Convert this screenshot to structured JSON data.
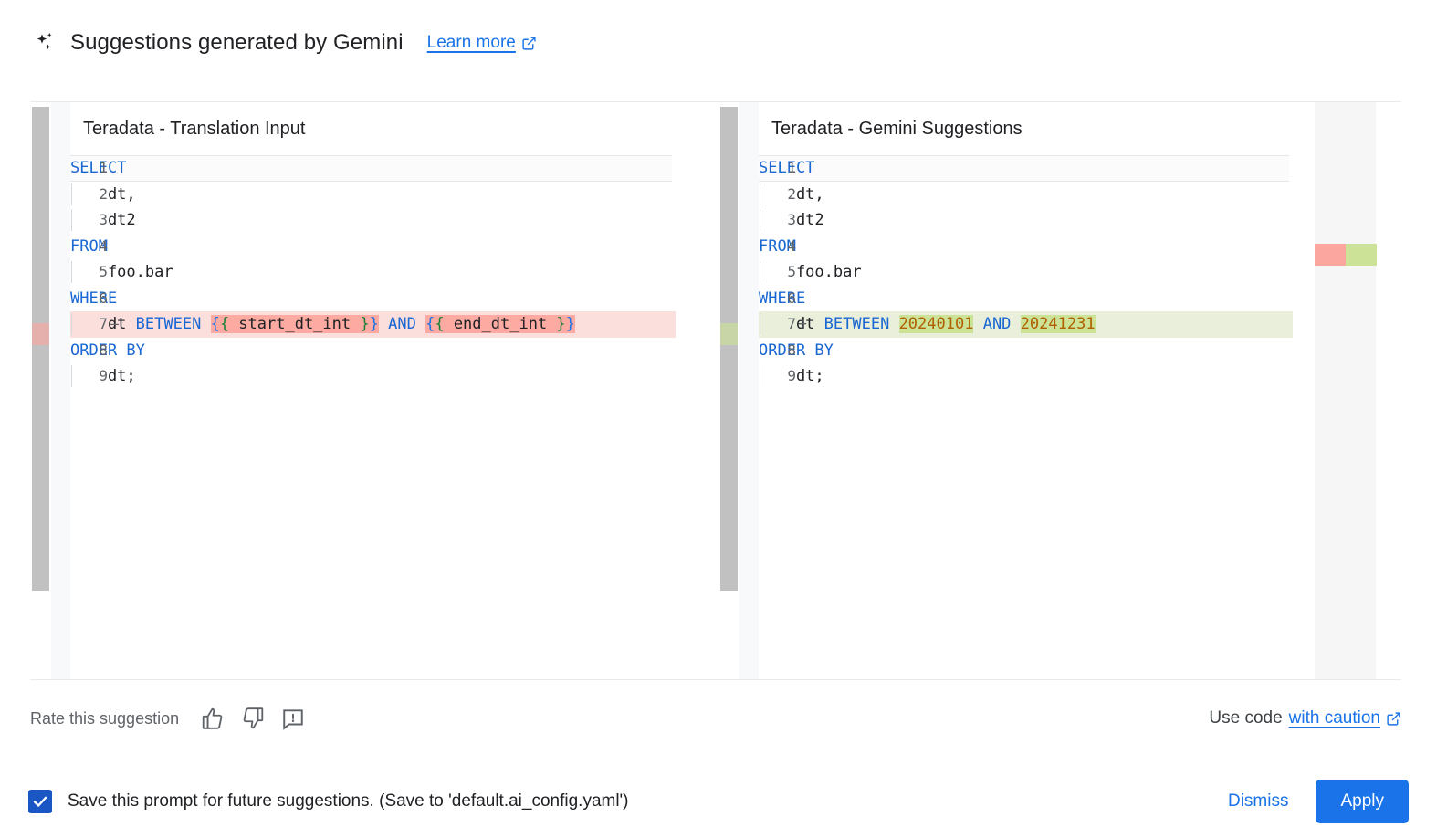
{
  "header": {
    "icon": "sparkle-icon",
    "title": "Suggestions generated by Gemini",
    "learn_more_label": "Learn more",
    "learn_more_icon": "external-link-icon"
  },
  "diff": {
    "left_pane": {
      "title": "Teradata - Translation Input",
      "lines": [
        {
          "num": "1",
          "sign": "",
          "diff": "none",
          "tokens": [
            {
              "t": "SELECT",
              "c": "kw"
            }
          ]
        },
        {
          "num": "2",
          "sign": "",
          "diff": "none",
          "tokens": [
            {
              "t": "    dt,",
              "c": "pl"
            }
          ]
        },
        {
          "num": "3",
          "sign": "",
          "diff": "none",
          "tokens": [
            {
              "t": "    dt2",
              "c": "pl"
            }
          ]
        },
        {
          "num": "4",
          "sign": "",
          "diff": "none",
          "tokens": [
            {
              "t": "FROM",
              "c": "kw"
            }
          ]
        },
        {
          "num": "5",
          "sign": "",
          "diff": "none",
          "tokens": [
            {
              "t": "    foo.bar",
              "c": "pl"
            }
          ]
        },
        {
          "num": "6",
          "sign": "",
          "diff": "none",
          "tokens": [
            {
              "t": "WHERE",
              "c": "kw"
            }
          ]
        },
        {
          "num": "7",
          "sign": "—",
          "diff": "del",
          "tokens": [
            {
              "t": "    dt ",
              "c": "pl"
            },
            {
              "t": "BETWEEN",
              "c": "kw"
            },
            {
              "t": " ",
              "c": "pl"
            },
            {
              "t": "{",
              "c": "br1",
              "w": "del"
            },
            {
              "t": "{",
              "c": "br2",
              "w": "del"
            },
            {
              "t": " start_dt_int ",
              "c": "pl",
              "w": "del"
            },
            {
              "t": "}",
              "c": "br2",
              "w": "del"
            },
            {
              "t": "}",
              "c": "br1",
              "w": "del"
            },
            {
              "t": " ",
              "c": "pl"
            },
            {
              "t": "AND",
              "c": "kw"
            },
            {
              "t": " ",
              "c": "pl"
            },
            {
              "t": "{",
              "c": "br1",
              "w": "del"
            },
            {
              "t": "{",
              "c": "br2",
              "w": "del"
            },
            {
              "t": " end_dt_int ",
              "c": "pl",
              "w": "del"
            },
            {
              "t": "}",
              "c": "br2",
              "w": "del"
            },
            {
              "t": "}",
              "c": "br1",
              "w": "del"
            }
          ]
        },
        {
          "num": "8",
          "sign": "",
          "diff": "none",
          "tokens": [
            {
              "t": "ORDER BY",
              "c": "kw"
            }
          ]
        },
        {
          "num": "9",
          "sign": "",
          "diff": "none",
          "tokens": [
            {
              "t": "    dt;",
              "c": "pl"
            }
          ]
        }
      ]
    },
    "right_pane": {
      "title": "Teradata - Gemini Suggestions",
      "lines": [
        {
          "num": "1",
          "sign": "",
          "diff": "none",
          "tokens": [
            {
              "t": "SELECT",
              "c": "kw"
            }
          ]
        },
        {
          "num": "2",
          "sign": "",
          "diff": "none",
          "tokens": [
            {
              "t": "    dt,",
              "c": "pl"
            }
          ]
        },
        {
          "num": "3",
          "sign": "",
          "diff": "none",
          "tokens": [
            {
              "t": "    dt2",
              "c": "pl"
            }
          ]
        },
        {
          "num": "4",
          "sign": "",
          "diff": "none",
          "tokens": [
            {
              "t": "FROM",
              "c": "kw"
            }
          ]
        },
        {
          "num": "5",
          "sign": "",
          "diff": "none",
          "tokens": [
            {
              "t": "    foo.bar",
              "c": "pl"
            }
          ]
        },
        {
          "num": "6",
          "sign": "",
          "diff": "none",
          "tokens": [
            {
              "t": "WHERE",
              "c": "kw"
            }
          ]
        },
        {
          "num": "7",
          "sign": "+",
          "diff": "ins",
          "tokens": [
            {
              "t": "    dt ",
              "c": "pl"
            },
            {
              "t": "BETWEEN",
              "c": "kw"
            },
            {
              "t": " ",
              "c": "pl"
            },
            {
              "t": "20240101",
              "c": "num",
              "w": "ins"
            },
            {
              "t": " ",
              "c": "pl"
            },
            {
              "t": "AND",
              "c": "kw"
            },
            {
              "t": " ",
              "c": "pl"
            },
            {
              "t": "20241231",
              "c": "num",
              "w": "ins"
            }
          ]
        },
        {
          "num": "8",
          "sign": "",
          "diff": "none",
          "tokens": [
            {
              "t": "ORDER BY",
              "c": "kw"
            }
          ]
        },
        {
          "num": "9",
          "sign": "",
          "diff": "none",
          "tokens": [
            {
              "t": "    dt;",
              "c": "pl"
            }
          ]
        }
      ]
    },
    "overview_markers": [
      {
        "name": "deleted-marker",
        "color": "#fca6a0"
      },
      {
        "name": "inserted-marker",
        "color": "#cce297"
      }
    ]
  },
  "feedback": {
    "label": "Rate this suggestion",
    "thumb_up_icon": "thumb-up-icon",
    "thumb_down_icon": "thumb-down-icon",
    "report_icon": "report-feedback-icon",
    "use_code_prefix": "Use code",
    "caution_label": "with caution",
    "caution_icon": "external-link-icon"
  },
  "bottom": {
    "checkbox_checked": true,
    "checkbox_label": "Save this prompt for future suggestions. (Save to 'default.ai_config.yaml')",
    "dismiss_label": "Dismiss",
    "apply_label": "Apply"
  },
  "colors": {
    "accent_blue": "#1a73e8",
    "keyword_blue": "#1967d2",
    "number_orange": "#b06000",
    "diff_delete_row": "#fbdfdd",
    "diff_delete_word": "#fcaaa2",
    "diff_insert_row": "#e9efda",
    "diff_insert_word": "#cce297",
    "checkbox_blue": "#1a56c4"
  }
}
